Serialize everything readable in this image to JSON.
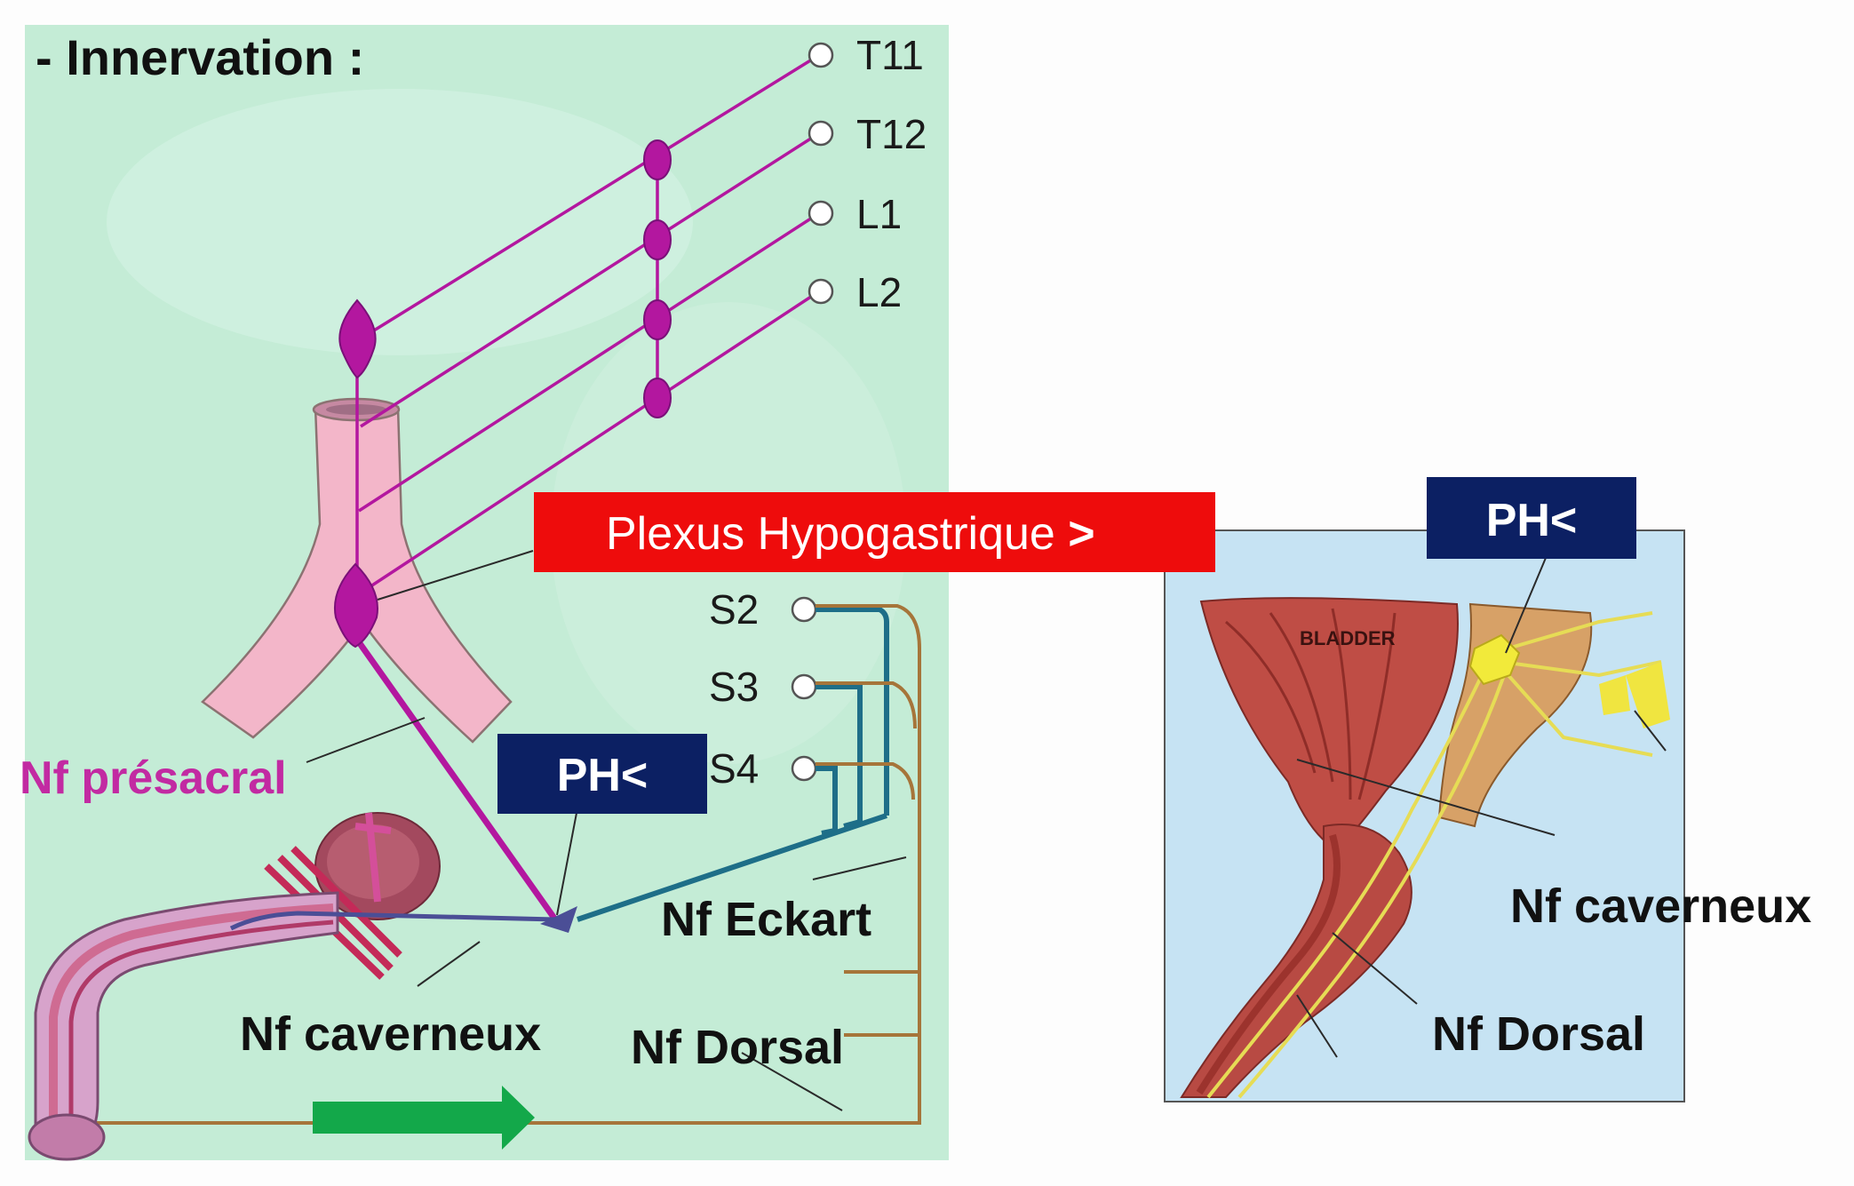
{
  "title": "- Innervation :",
  "segments": {
    "t11": "T11",
    "t12": "T12",
    "l1": "L1",
    "l2": "L2",
    "s2": "S2",
    "s3": "S3",
    "s4": "S4"
  },
  "labels": {
    "plexus_hypogastrique": "Plexus Hypogastrique",
    "plexus_symbol": ">",
    "ph_inferior_left": "PH<",
    "ph_inferior_right": "PH<",
    "nf_presacral": "Nf présacral",
    "nf_caverneux_left": "Nf caverneux",
    "nf_eckart": "Nf Eckart",
    "nf_dorsal_left": "Nf Dorsal",
    "nf_caverneux_right": "Nf caverneux",
    "nf_dorsal_right": "Nf Dorsal",
    "bladder": "BLADDER"
  },
  "colors": {
    "panel_bg": "#c4ecd6",
    "right_panel_bg": "#c6e3f3",
    "sympathetic": "#b3179f",
    "parasympathetic": "#1e6e88",
    "navy_box": "#0c2063",
    "red_box": "#ee0c0c",
    "arrow": "#13a84a",
    "pudendal": "#a6753a",
    "presacral_label": "#c22aa2"
  }
}
